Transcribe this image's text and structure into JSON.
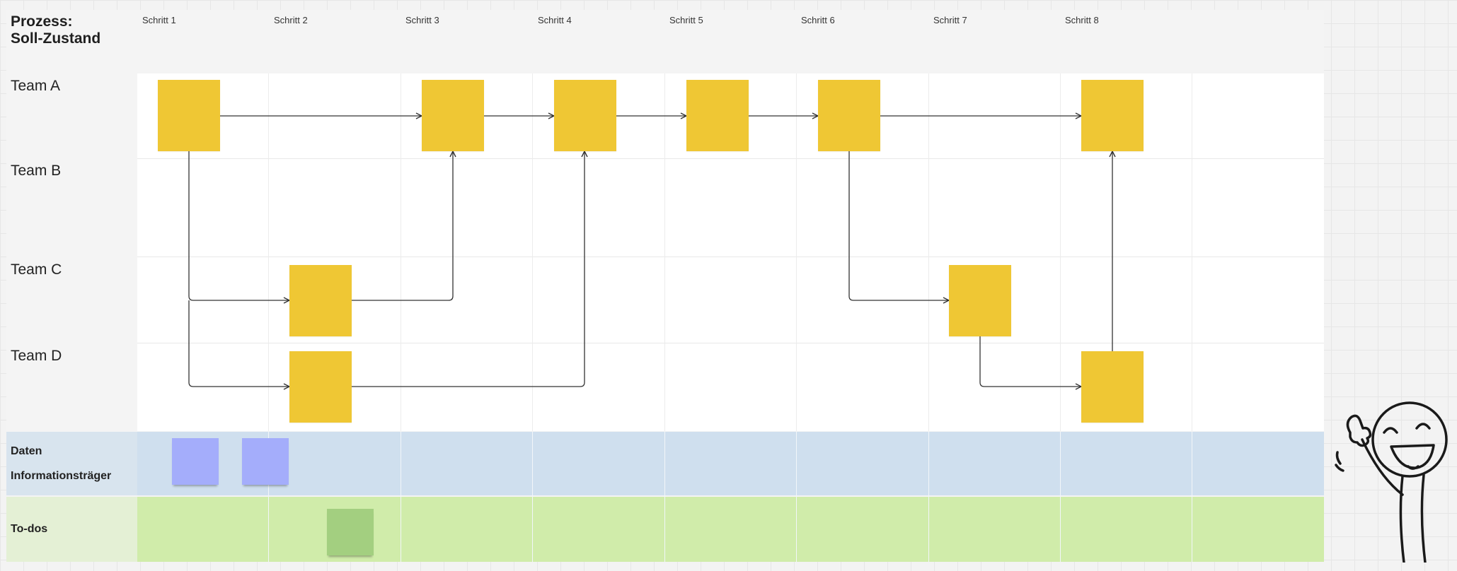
{
  "board": {
    "title_lines": [
      "Prozess:",
      "Soll-Zustand"
    ],
    "steps": [
      "Schritt 1",
      "Schritt 2",
      "Schritt 3",
      "Schritt 4",
      "Schritt 5",
      "Schritt 6",
      "Schritt 7",
      "Schritt 8"
    ],
    "lanes": [
      "Team A",
      "Team B",
      "Team C",
      "Team D"
    ],
    "bands": [
      {
        "lines": [
          "Daten",
          "Informationsträger"
        ],
        "color": "#cfdfee"
      },
      {
        "lines": [
          "To-dos"
        ],
        "color": "#d0ecaa"
      }
    ]
  },
  "colors": {
    "process_sticky": "#efc734",
    "data_sticky": "#a4adfb",
    "todo_sticky": "#a3cf80",
    "connector": "#333333"
  },
  "icons": [
    "arrowhead-icon",
    "thumbs-up-stickman-icon"
  ]
}
